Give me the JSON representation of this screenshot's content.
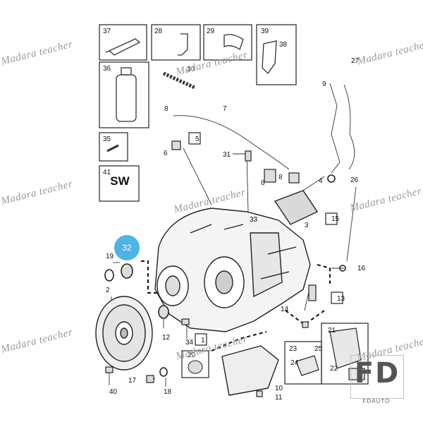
{
  "watermarks": [
    "Madara teacher",
    "Madara teacher",
    "Madara teacher",
    "Madara teacher",
    "Madara teacher",
    "Madara teacher",
    "Madara teacher",
    "Madara teacher",
    "Madara teacher"
  ],
  "highlight_badge": "32",
  "sw_label": "SW",
  "logo": {
    "mark": "FD",
    "sub": "FDAUTO"
  },
  "box_labels": [
    "37",
    "28",
    "29",
    "39",
    "36",
    "35",
    "41"
  ],
  "part_numbers": [
    "38",
    "30",
    "27",
    "9",
    "8",
    "7",
    "6",
    "5",
    "31",
    "8",
    "6",
    "4",
    "26",
    "33",
    "3",
    "15",
    "19",
    "16",
    "2",
    "13",
    "14",
    "12",
    "34",
    "1",
    "21",
    "23",
    "25",
    "20",
    "24",
    "22",
    "17",
    "18",
    "40",
    "10",
    "11"
  ],
  "accent_color": "#4fb3e6"
}
